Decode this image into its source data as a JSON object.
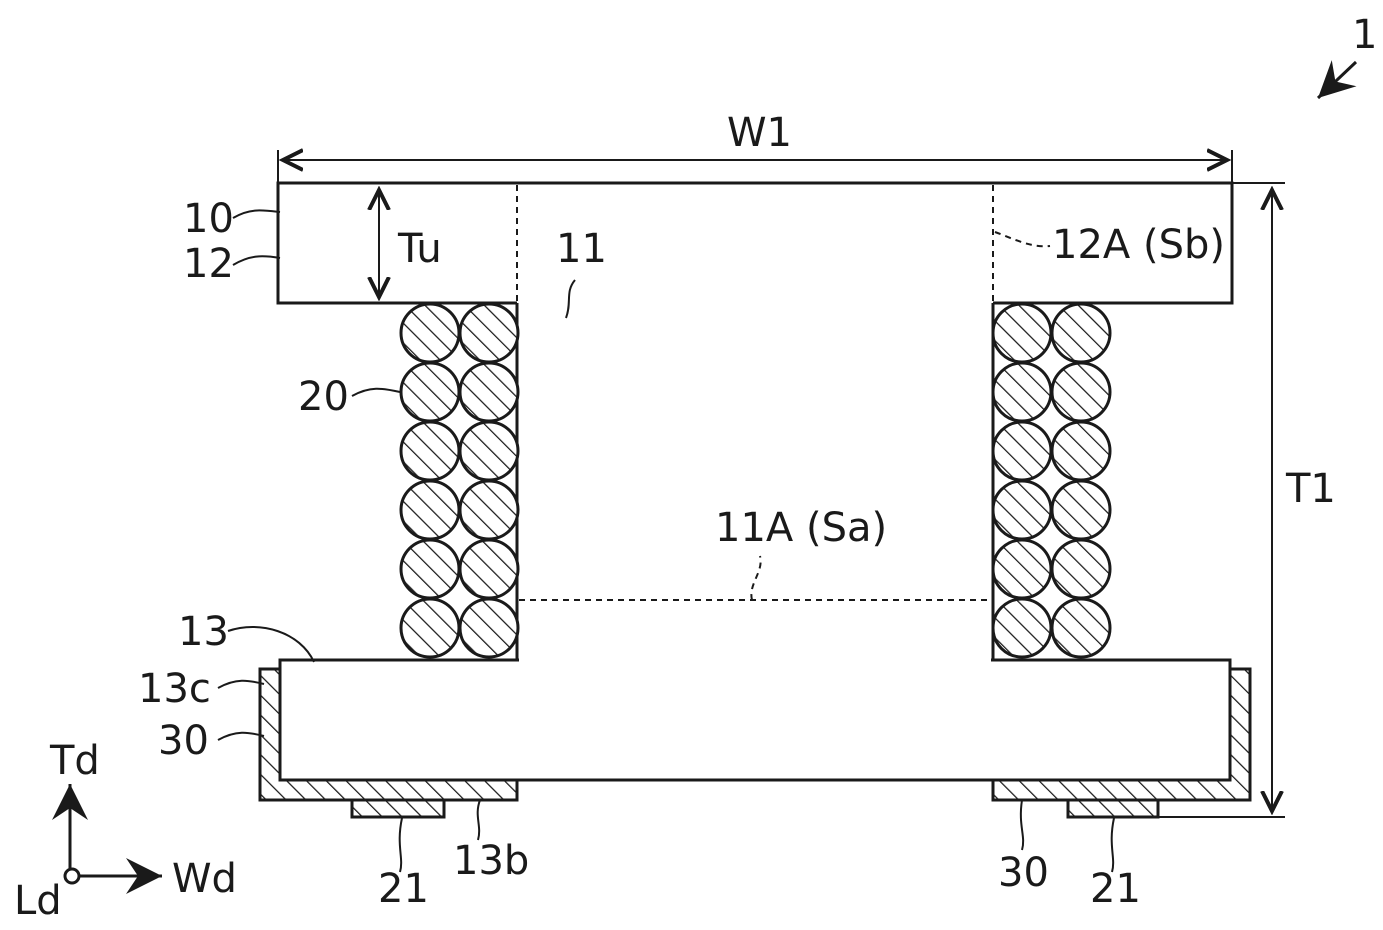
{
  "labels": {
    "device": "1",
    "w1": "W1",
    "core": "10",
    "upper_flange": "12",
    "tu": "Tu",
    "axis": "11",
    "face_12a": "12A (Sb)",
    "winding": "20",
    "face_11a": "11A (Sa)",
    "t1": "T1",
    "lower_flange": "13",
    "side_13c": "13c",
    "electrode_left": "30",
    "electrode_right": "30",
    "bottom_13b": "13b",
    "terminal_left": "21",
    "terminal_right": "21",
    "dir_td": "Td",
    "dir_wd": "Wd",
    "dir_ld": "Ld"
  },
  "winding": {
    "columns_per_side": 2,
    "rows": 6
  }
}
